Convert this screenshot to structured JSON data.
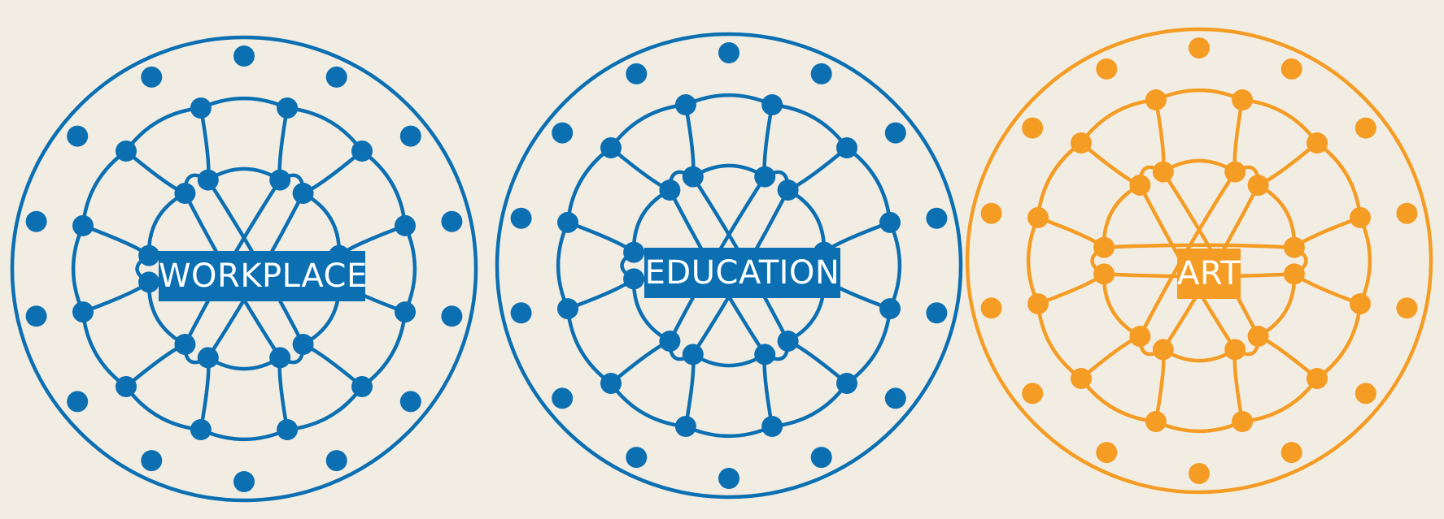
{
  "colors": {
    "background": "#f2ede3",
    "blue": "#0b6fb2",
    "orange": "#f49c24"
  },
  "networks": [
    {
      "label": "WORKPLACE",
      "color": "#0b6fb2"
    },
    {
      "label": "EDUCATION",
      "color": "#0b6fb2"
    },
    {
      "label": "ART",
      "color": "#f49c24"
    }
  ]
}
